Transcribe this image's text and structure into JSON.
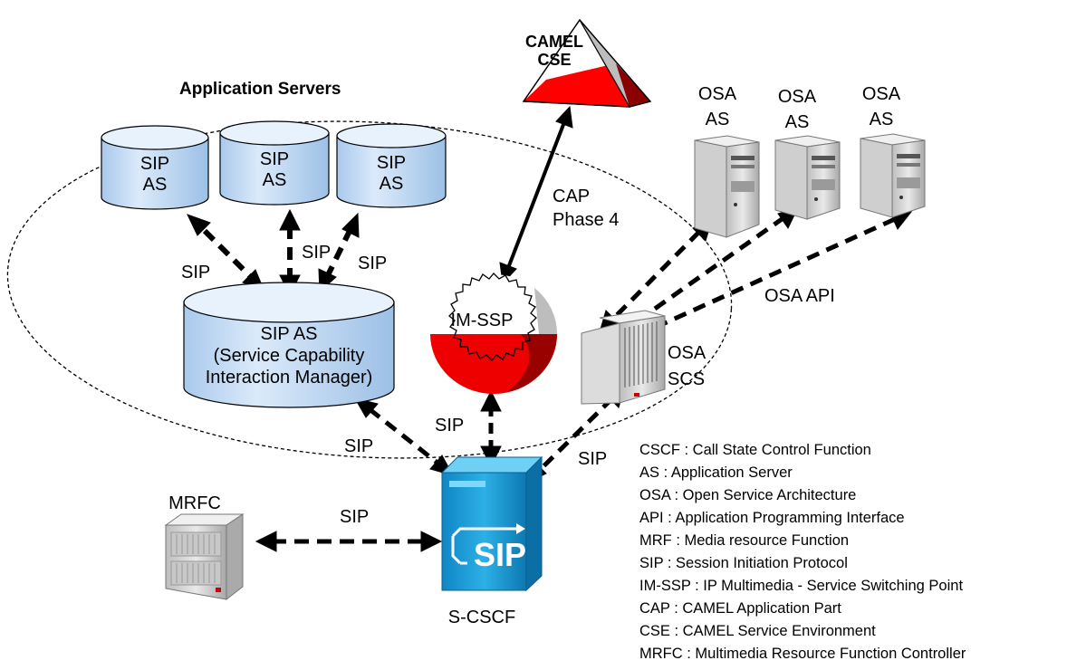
{
  "title": "Application Servers",
  "nodes": {
    "sip_as_1": [
      "SIP",
      "AS"
    ],
    "sip_as_2": [
      "SIP",
      "AS"
    ],
    "sip_as_3": [
      "SIP",
      "AS"
    ],
    "scim": [
      "SIP AS",
      "(Service Capability",
      "Interaction Manager)"
    ],
    "camel_cse": [
      "CAMEL",
      "CSE"
    ],
    "im_ssp": "IM-SSP",
    "osa_as_1": [
      "OSA",
      "AS"
    ],
    "osa_as_2": [
      "OSA",
      "AS"
    ],
    "osa_as_3": [
      "OSA",
      "AS"
    ],
    "osa_scs": [
      "OSA",
      "SCS"
    ],
    "mrfc": "MRFC",
    "s_cscf": "S-CSCF",
    "s_cscf_logo": "SIP"
  },
  "edge_labels": {
    "sip_left": "SIP",
    "sip_mid": "SIP",
    "sip_right": "SIP",
    "sip_scim": "SIP",
    "sip_imssp": "SIP",
    "sip_osa": "SIP",
    "sip_mrfc": "SIP",
    "cap": [
      "CAP",
      "Phase 4"
    ],
    "osa_api": "OSA API"
  },
  "legend": [
    "CSCF : Call State Control Function",
    "AS : Application Server",
    "OSA : Open Service Architecture",
    "API : Application Programming Interface",
    "MRF : Media resource Function",
    "SIP : Session Initiation Protocol",
    "IM-SSP : IP Multimedia - Service Switching Point",
    "CAP : CAMEL Application Part",
    "CSE : CAMEL Service Environment",
    "MRFC : Multimedia Resource Function Controller"
  ],
  "colors": {
    "cylinder_fill": "#c5ddf5",
    "cylinder_top": "#e8f2fc",
    "cse_red": "#ff0000",
    "cse_dark": "#990000",
    "cscf_blue": "#1aa0d8",
    "server_gray": "#d9d9d9"
  }
}
